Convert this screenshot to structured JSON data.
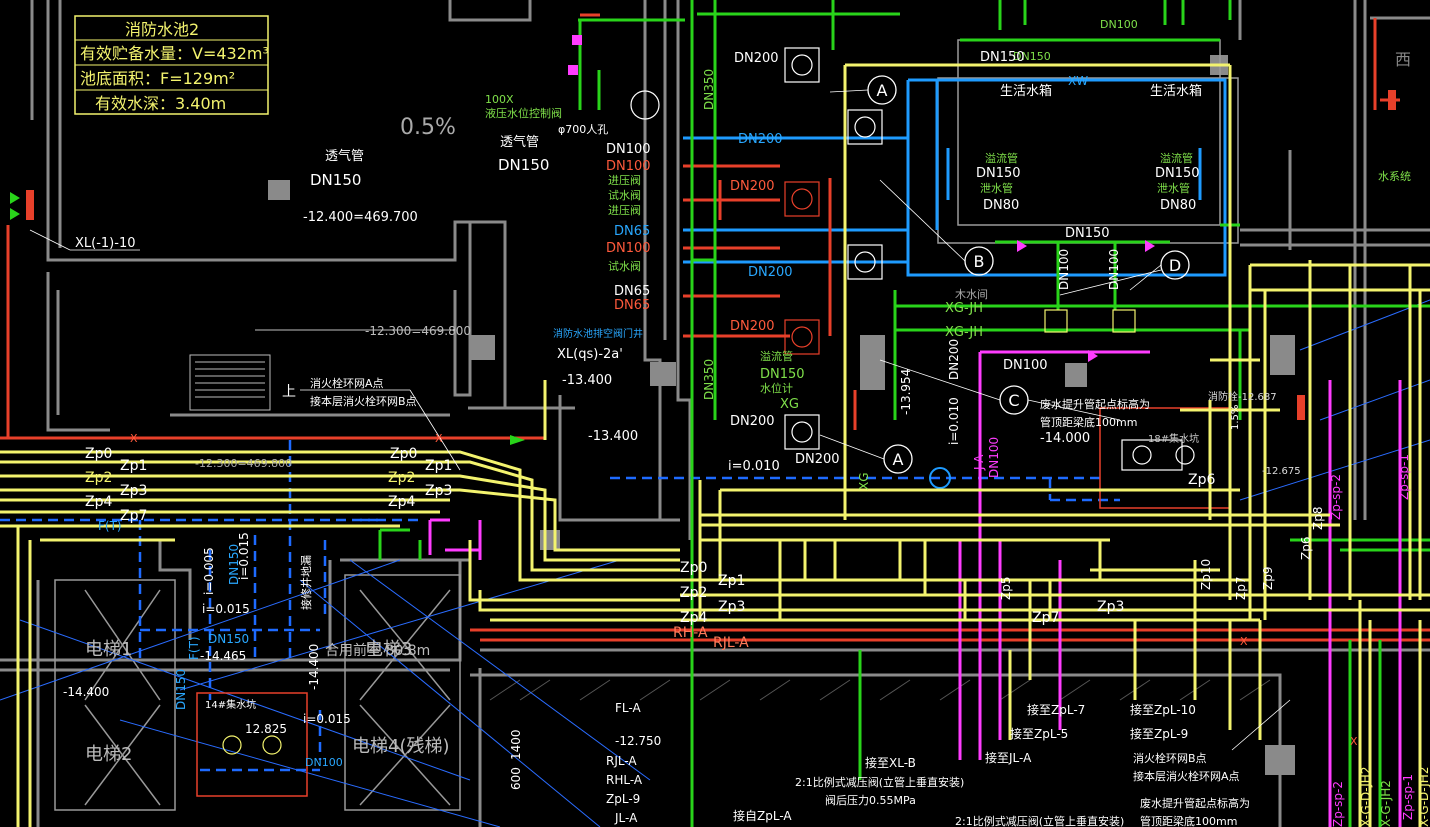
{
  "pool": {
    "title": "消防水池2",
    "rows": [
      "有效贮备水量：V=432m³",
      "池底面积：F=129m²",
      "有效水深：3.40m"
    ]
  },
  "slope": "0.5%",
  "vent": {
    "label": "透气管",
    "size": "DN150"
  },
  "vent2": {
    "label": "透气管",
    "size": "DN150"
  },
  "elev_a": "-12.400=469.700",
  "elev_b": "-12.300=469.800",
  "elev_c": "-12.300=469.800",
  "valve_note": [
    "100X",
    "液压水位控制阀"
  ],
  "manhole": "φ700人孔",
  "xl_minus": "XL(-1)-10",
  "xlqs": "XL(qs)-2a'",
  "pit_note": "消防水池排空阀门井",
  "pit_elev": [
    "-13.400",
    "-13.400"
  ],
  "hydrant_note": [
    "消火栓环网A点",
    "接本层消火栓环网B点"
  ],
  "pipe_sizes": {
    "dn100w1": "DN100",
    "dn100r1": "DN100",
    "jinya": "进压阀",
    "shishui": "试水阀",
    "jinya2": "进压阀",
    "dn65b": "DN65",
    "dn100r2": "DN100",
    "shishui2": "试水阀",
    "dn65w": "DN65",
    "dn65r": "DN65",
    "dn200t": "DN200",
    "dn200b": "DN200",
    "dn200r": "DN200",
    "dn200b2": "DN200",
    "dn200r2": "DN200",
    "dn200w": "DN200",
    "dn200w2": "DN200",
    "dn350": "DN350",
    "dn350b": "DN350",
    "dn150top": "DN150",
    "dn100top": "DN100",
    "dn150mid": "DN150",
    "dn100g1": "DN100",
    "dn100g2": "DN100",
    "dn100m": "DN100",
    "dn100v": "DN100",
    "dn200v": "DN200",
    "dn150pump": "DN150",
    "pump_tag": "水位计"
  },
  "tanks": {
    "t1": "生活水箱",
    "t2": "生活水箱",
    "xw": "XW",
    "overflow": "溢流管",
    "of_dn": "DN150",
    "drain": "泄水管",
    "dr_dn": "DN80",
    "overflow2": "溢流管",
    "of_dn2": "DN150",
    "drain2": "泄水管",
    "dr_dn2": "DN80",
    "wall": "木水间"
  },
  "letters": {
    "a1": "A",
    "a2": "A",
    "b": "B",
    "c": "C",
    "d": "D"
  },
  "pipes_labels": {
    "xgjh1": "XG-JH",
    "xgjh2": "XG-JH",
    "xg": "XG",
    "xg2": "XG",
    "ja": "J-A",
    "slope1": "i=0.010",
    "slope2": "i=0.010",
    "slope3": "i=0.005",
    "slope4": "i=0.015",
    "slope5": "i=0.015",
    "elev13954": "-13.954",
    "elev14": "-14.000",
    "elev12687": "消防栓-12.687",
    "elev12675": "-12.675"
  },
  "zp_left": [
    "Zp0",
    "Zp1",
    "Zp2",
    "Zp3",
    "Zp4",
    "Zp7"
  ],
  "zp_mid": [
    "Zp0",
    "Zp1",
    "Zp2",
    "Zp3",
    "Zp4"
  ],
  "zp_right": [
    "Zp0",
    "Zp1",
    "Zp2",
    "Zp4",
    "RH-A",
    "RJL-A"
  ],
  "zp_far": [
    "Zp5",
    "Zp7",
    "Zp3",
    "Zp10",
    "Zp7",
    "Zp9",
    "Zp6",
    "Zp8",
    "Zp6"
  ],
  "sewage_note": [
    "废水提升管起点标高为",
    "管顶距梁底100mm"
  ],
  "sewage_note2": [
    "废水提升管起点标高为",
    "管顶距梁底100mm"
  ],
  "pump_pit": "18#集水坑",
  "elevators": {
    "e1": "电梯1",
    "e2": "电梯2",
    "e3": "电梯3",
    "e4": "电梯4(残梯)"
  },
  "lift_elev": [
    "-14.400",
    "-14.465",
    "-14.400",
    "12.825"
  ],
  "pit14": "14#集水坑",
  "room": "合用前室  80.8m",
  "dn150f": [
    "DN150",
    "DN150",
    "DN150",
    "F(T)",
    "F(T)"
  ],
  "riser_notes": {
    "fla": "FL-A",
    "e12750": "-12.750",
    "rjla": "RJL-A",
    "rhla": "RHL-A",
    "zpl9": "ZpL-9",
    "jla": "JL-A",
    "zpl7": "接至ZpL-7",
    "zpl5": "接至ZpL-5",
    "jla2": "接至JL-A",
    "xlb": "接至XL-B",
    "zpl10": "接至ZpL-10",
    "zpl9b": "接至ZpL-9",
    "zpla": "接自ZpL-A"
  },
  "reducer_note": [
    "2:1比例式减压阀(立管上垂直安装)",
    "阀后压力0.55MPa"
  ],
  "reducer_note2": "2:1比例式减压阀(立管上垂直安装)",
  "hydrant_note2": [
    "消火栓环网B点",
    "接本层消火栓环网A点"
  ],
  "pump_note": "接修井地漏",
  "right_labels": {
    "zpsp2": "Zp-sp-2",
    "zpsp1": "Zp-sp-1",
    "zpsp2b": "Zp-sp-2",
    "zpsp1b": "Zp-sp-1",
    "xgjh2": "X-G-JH2",
    "xgdjh2": "X-G-D-JH2",
    "xgdjh2b": "X-G-D-JH2",
    "waterbox": "水系统",
    "xi": "西"
  },
  "dims": {
    "d1400": "1400",
    "d600": "600",
    "x1": "X",
    "x2": "X",
    "x3": "X",
    "x4": "X"
  }
}
